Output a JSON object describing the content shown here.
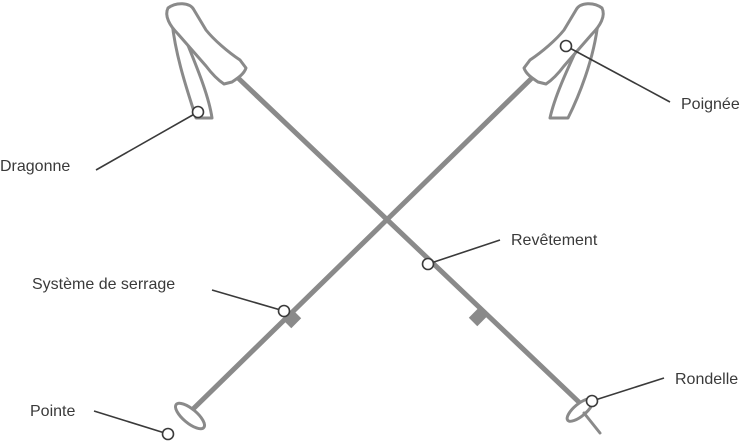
{
  "labels": {
    "dragonne": "Dragonne",
    "poignee": "Poignée",
    "revetement": "Revêtement",
    "systeme_de_serrage": "Système de serrage",
    "pointe": "Pointe",
    "rondelle": "Rondelle"
  },
  "colors": {
    "pole": "#8a8a8a",
    "text": "#3a3a3a",
    "background": "#ffffff"
  }
}
